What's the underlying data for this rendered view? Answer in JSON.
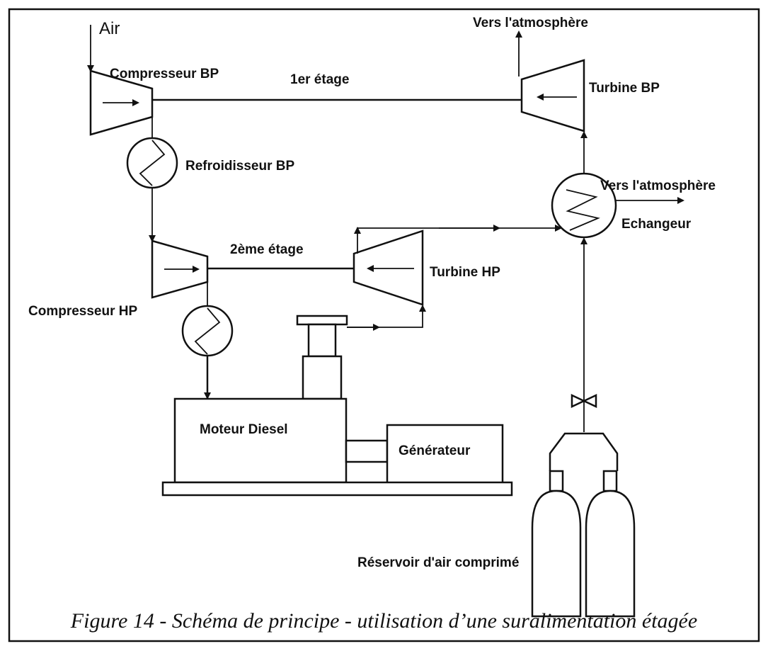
{
  "labels": {
    "air": "Air",
    "compresseur_bp": "Compresseur BP",
    "premier_etage": "1er étage",
    "turbine_bp": "Turbine BP",
    "vers_atmosphere_top": "Vers l'atmosphère",
    "refroidisseur_bp": "Refroidisseur BP",
    "vers_atmosphere_right": "Vers l'atmosphère",
    "echangeur": "Echangeur",
    "deuxieme_etage": "2ème étage",
    "turbine_hp": "Turbine HP",
    "compresseur_hp": "Compresseur HP",
    "moteur_diesel": "Moteur Diesel",
    "generateur": "Générateur",
    "reservoir": "Réservoir d'air comprimé"
  },
  "caption": "Figure 14 - Schéma de principe - utilisation d’une suralimentation étagée"
}
